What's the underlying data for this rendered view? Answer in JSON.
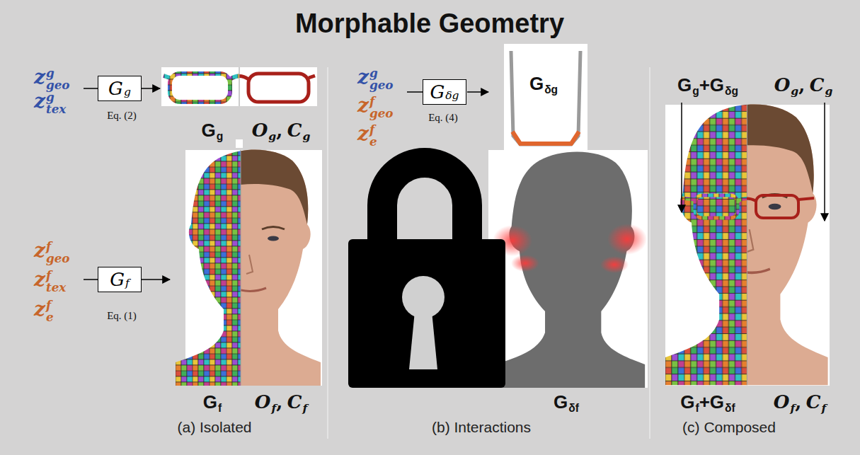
{
  "diagram": {
    "title": "Morphable Geometry",
    "nodes": [
      {
        "text": [
          "G",
          "g"
        ]
      },
      {
        "text": [
          "G",
          "f"
        ]
      },
      {
        "text": [
          "G",
          "δg"
        ]
      }
    ],
    "labels": [
      "z",
      "g",
      "geo",
      "z",
      "g",
      "tex",
      "Eq. (2)",
      "G",
      "g",
      "O",
      "g",
      ",",
      "C",
      "g",
      "z",
      "f",
      "geo",
      "z",
      "f",
      "tex",
      "z",
      "f",
      "e",
      "Eq. (1)",
      "G",
      "f",
      "O",
      "f",
      ",",
      "C",
      "f",
      "(a) Isolated",
      "z",
      "g",
      "geo",
      "z",
      "f",
      "geo",
      "z",
      "f",
      "e",
      "Eq. (4)",
      "G",
      "δg",
      "G",
      "δf",
      "(b) Interactions",
      "G",
      "g",
      "+",
      "G",
      "δg",
      "O",
      "g",
      ",",
      "C",
      "g",
      "G",
      "f",
      "+",
      "G",
      "δf",
      "O",
      "f",
      ",",
      "C",
      "f",
      "(c) Composed"
    ]
  }
}
